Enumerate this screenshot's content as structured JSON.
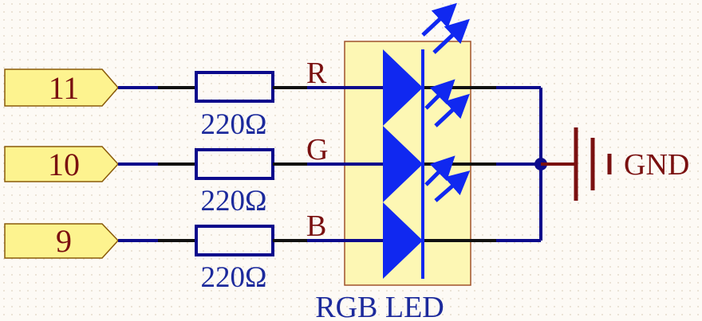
{
  "ports": [
    {
      "label": "11"
    },
    {
      "label": "10"
    },
    {
      "label": "9"
    }
  ],
  "resistors": [
    {
      "value": "220Ω"
    },
    {
      "value": "220Ω"
    },
    {
      "value": "220Ω"
    }
  ],
  "nets": [
    {
      "label": "R"
    },
    {
      "label": "G"
    },
    {
      "label": "B"
    }
  ],
  "led": {
    "label": "RGB LED"
  },
  "ground": {
    "label": "GND"
  },
  "colors": {
    "wire": "#0c0a8c",
    "lead": "#111111",
    "port_fill": "#fdf38f",
    "port_stroke": "#8a5a0a",
    "label_red": "#7a1010",
    "label_blue": "#1c2a9c",
    "led_body": "#fdf7b4",
    "diode": "#1028f0",
    "ground": "#7a1010",
    "junction": "#0c0a8c"
  },
  "icons": [
    "ground-symbol-icon",
    "led-diode-icon",
    "light-emission-arrows-icon",
    "resistor-icon"
  ]
}
